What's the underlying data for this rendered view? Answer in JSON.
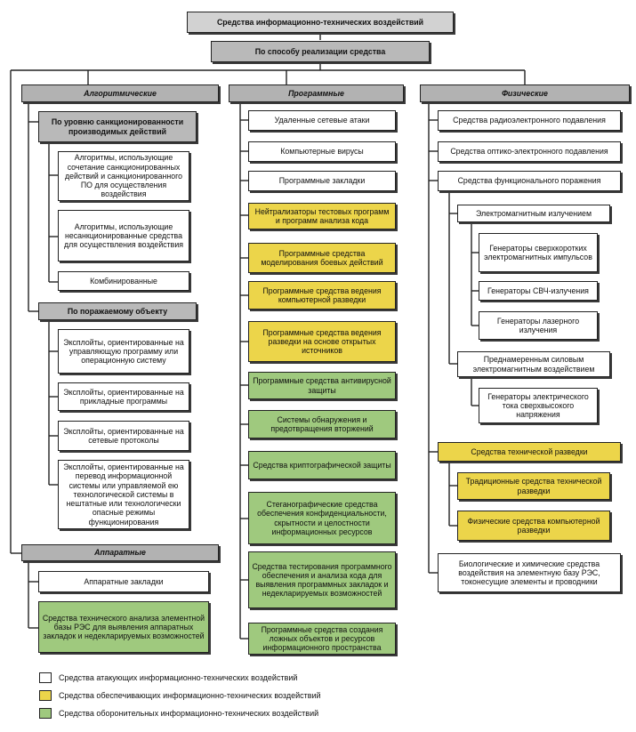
{
  "root": "Средства информационно-технических воздействий",
  "method": "По способу реализации средства",
  "columns": {
    "algorithmic": "Алгоритмические",
    "programmatic": "Программные",
    "physical": "Физические"
  },
  "algorithmic": {
    "group1": "По уровню санкционированности производимых действий",
    "g1_items": [
      "Алгоритмы, использующие сочетание санкционированных действий и санкционированного ПО для осуществления воздействия",
      "Алгоритмы, использующие несанкционированные средства для осуществления воздействия",
      "Комбинированные"
    ],
    "group2": "По поражаемому объекту",
    "g2_items": [
      "Эксплойты, ориентированные на управляющую программу или операционную систему",
      "Эксплойты, ориентированные на прикладные программы",
      "Эксплойты, ориентированные на сетевые протоколы",
      "Эксплойты, ориентированные на перевод информационной системы или управляемой ею технологической системы в нештатные или технологически опасные режимы функционирования"
    ]
  },
  "hardware": {
    "header": "Аппаратные",
    "items": [
      "Аппаратные закладки",
      "Средства технического анализа элементной базы РЭС для выявления аппаратных закладок и недекларируемых возможностей"
    ]
  },
  "programmatic": {
    "items": [
      "Удаленные сетевые атаки",
      "Компьютерные вирусы",
      "Программные закладки",
      "Нейтрализаторы тестовых программ и программ анализа кода",
      "Программные средства моделирования боевых действий",
      "Программные средства ведения компьютерной разведки",
      "Программные средства ведения разведки на основе открытых источников",
      "Программные средства антивирусной защиты",
      "Системы обнаружения и предотвращения вторжений",
      "Средства криптографической защиты",
      "Стеганографические средства обеспечения конфиденциальности, скрытности и целостности информационных ресурсов",
      "Средства тестирования программного обеспечения и анализа кода для выявления программных закладок и недекларируемых возможностей",
      "Программные средства создания ложных объектов и ресурсов информационного пространства"
    ]
  },
  "physical": {
    "items": [
      "Средства радиоэлектронного подавления",
      "Средства оптико-электронного подавления",
      "Средства функционального поражения"
    ],
    "em": "Электромагнитным излучением",
    "em_items": [
      "Генераторы сверхкоротких электромагнитных импульсов",
      "Генераторы СВЧ-излучения",
      "Генераторы лазерного излучения"
    ],
    "directed": "Преднамеренным силовым электромагнитным воздействием",
    "directed_items": [
      "Генераторы электрического тока сверхвысокого напряжения"
    ],
    "recon": "Средства технической разведки",
    "recon_items": [
      "Традиционные средства технической разведки",
      "Физические средства компьютерной разведки"
    ],
    "bio": "Биологические и химические средства воздействия на элементную базу РЭС, токонесущие элементы и проводники"
  },
  "legend": [
    {
      "color": "white",
      "label": "Средства атакующих информационно-технических воздействий"
    },
    {
      "color": "yellow",
      "label": "Средства обеспечивающих информационно-технических воздействий"
    },
    {
      "color": "green",
      "label": "Средства оборонительных информационно-технических воздействий"
    }
  ]
}
